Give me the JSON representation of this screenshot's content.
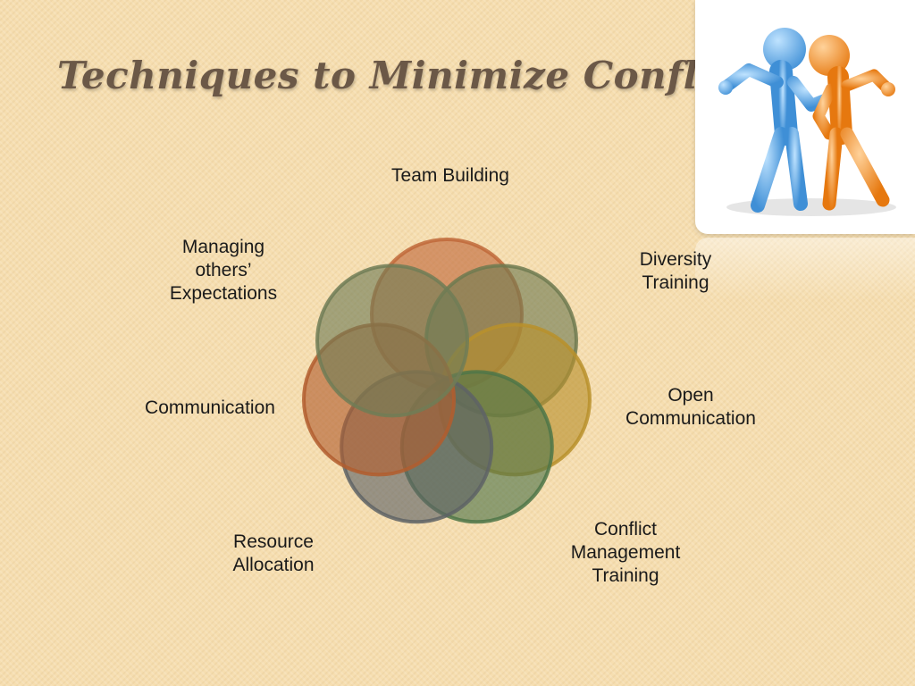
{
  "slide": {
    "title": "Techniques to Minimize Conflict"
  },
  "picture": {
    "icon": "two-stick-figures-head-to-head-icon",
    "colors": {
      "left_figure": "#5aa6e0",
      "right_figure": "#f08a1e"
    }
  },
  "diagram": {
    "center_items": [
      {
        "label": "Team Building",
        "color": "#c0683a"
      },
      {
        "label": "Diversity\nTraining",
        "color": "#6f7a50"
      },
      {
        "label": "Open\nCommunication",
        "color": "#b8902c"
      },
      {
        "label": "Conflict\nManagement\nTraining",
        "color": "#4e7548"
      },
      {
        "label": "Resource\nAllocation",
        "color": "#5e6365"
      },
      {
        "label": "Communication",
        "color": "#b25d2e"
      },
      {
        "label": "Managing\nothers’\nExpectations",
        "color": "#707d56"
      }
    ]
  }
}
